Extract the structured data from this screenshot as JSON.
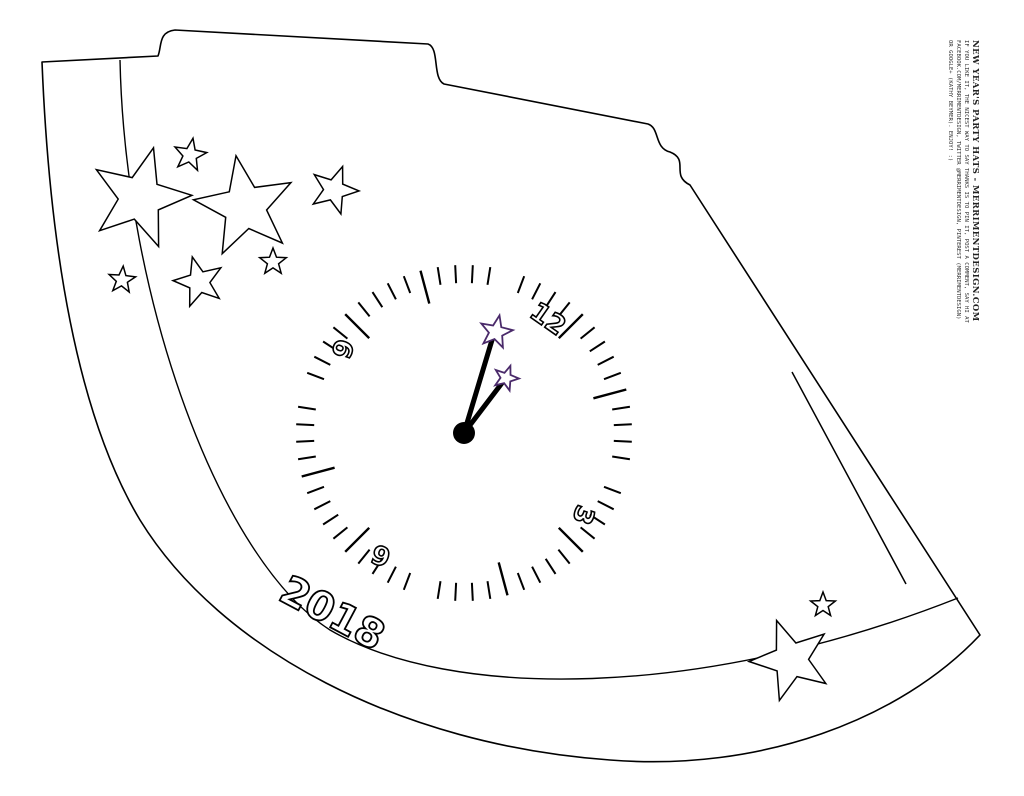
{
  "side_note": {
    "title": "NEW YEAR'S PARTY HATS - MERRIMENTDESIGN.COM",
    "lines": [
      "IF YOU LIKE IT, THE NICEST WAY TO SAY THANKS IS TO PIN IT, POST A COMMENT, SAY HI AT",
      "FACEBOOK.COM/MERRIMENTDESIGN, TWITTER @MERRIMENTDESIGN, PINTEREST (MERRIMENTDESIGN)",
      "OR GOOGLE+ (KATHY BEYMER). ENJOY! :)"
    ]
  },
  "clock": {
    "numerals": {
      "twelve": "12",
      "three": "3",
      "six": "6",
      "nine": "9"
    },
    "time_shown": "11:59",
    "hand_star_color": "#4a2a6a"
  },
  "year_label": "2018",
  "colors": {
    "outline": "#000000",
    "paper": "#ffffff"
  }
}
